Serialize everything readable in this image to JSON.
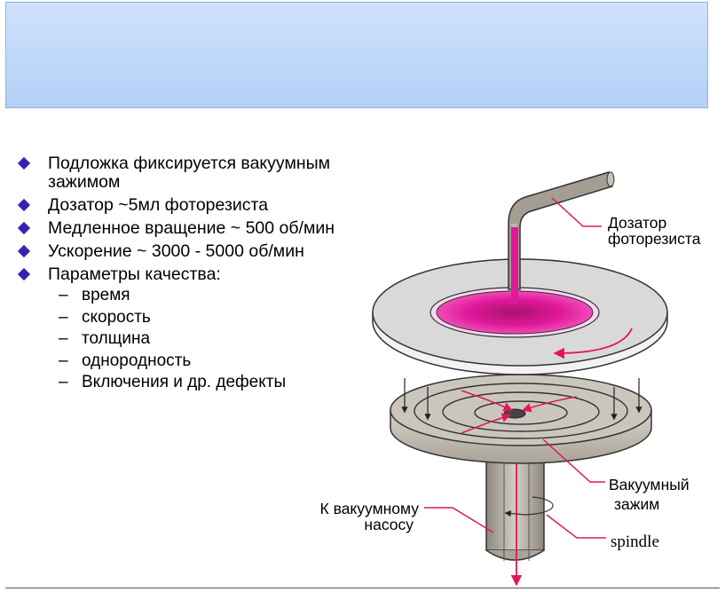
{
  "slide": {
    "title": "",
    "bullets": [
      {
        "text": "Подложка фиксируется вакуумным зажимом"
      },
      {
        "text": "Дозатор ~5мл фоторезиста"
      },
      {
        "text": "Медленное вращение ~ 500 об/мин"
      },
      {
        "text": "Ускорение ~ 3000 - 5000 об/мин"
      },
      {
        "text": "Параметры качества:"
      }
    ],
    "sub_bullets": [
      "время",
      "скорость",
      "толщина",
      "однородность",
      "Включения и др. дефекты"
    ],
    "dash": "–"
  },
  "diagram": {
    "labels": {
      "dispenser_line1": "Дозатор",
      "dispenser_line2": "фоторезиста",
      "chuck_line1": "Вакуумный",
      "chuck_line2": "зажим",
      "pump_line1": "К вакуумному",
      "pump_line2": "насосу",
      "spindle": "spindle"
    },
    "colors": {
      "resist": "#e0189a",
      "arrow": "#e0185a",
      "wafer": "#d9d9d9",
      "chuck": "#c8c3b9",
      "spindle": "#bdb6aa",
      "title_bar": "#c5dbf8",
      "bullet_marker": "#3a1fb0"
    }
  }
}
